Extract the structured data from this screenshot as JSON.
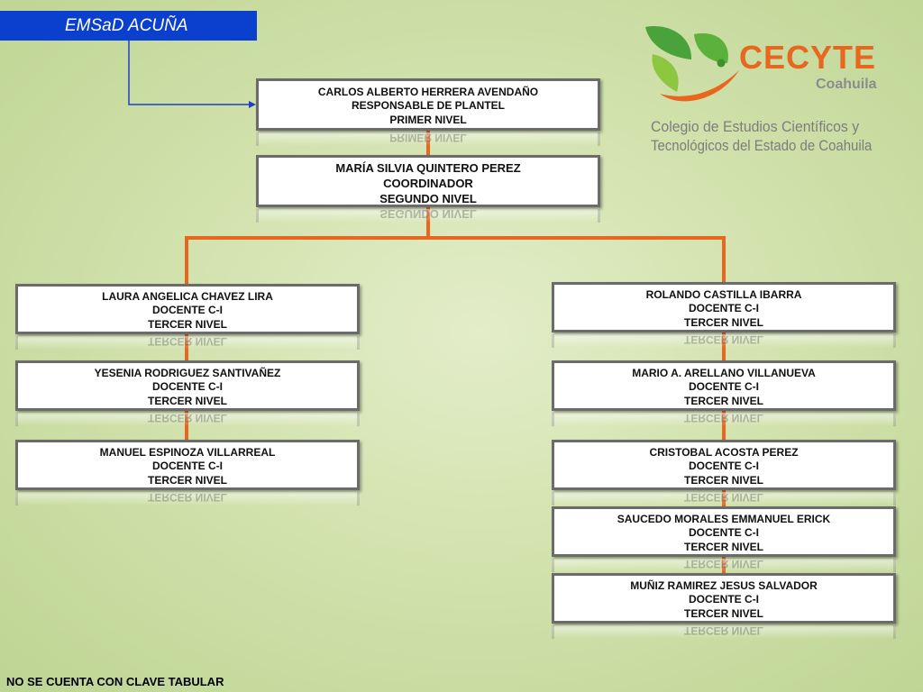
{
  "badge": {
    "label": "EMSaD ACUÑA"
  },
  "logo": {
    "brand": "CECYTE",
    "state": "Coahuila",
    "subtitle_line1": "Colegio de Estudios Científicos y",
    "subtitle_line2": "Tecnológicos del Estado de Coahuila"
  },
  "colors": {
    "badge_blue": "#0b3fce",
    "connector_orange": "#e8661e",
    "box_border": "#6b6b6b"
  },
  "nodes": {
    "root": {
      "name": "CARLOS ALBERTO HERRERA AVENDAÑO",
      "role": "RESPONSABLE DE PLANTEL",
      "level": "PRIMER NIVEL"
    },
    "coordinator": {
      "name": "MARÍA SILVIA QUINTERO PEREZ",
      "role": "COORDINADOR",
      "level": "SEGUNDO NIVEL"
    },
    "left": [
      {
        "name": "LAURA ANGELICA CHAVEZ LIRA",
        "role": "DOCENTE C-I",
        "level": "TERCER NIVEL"
      },
      {
        "name": "YESENIA RODRIGUEZ SANTIVAÑEZ",
        "role": "DOCENTE C-I",
        "level": "TERCER NIVEL"
      },
      {
        "name": "MANUEL ESPINOZA VILLARREAL",
        "role": "DOCENTE C-I",
        "level": "TERCER NIVEL"
      }
    ],
    "right": [
      {
        "name": "ROLANDO CASTILLA IBARRA",
        "role": "DOCENTE C-I",
        "level": "TERCER NIVEL"
      },
      {
        "name": "MARIO A. ARELLANO VILLANUEVA",
        "role": "DOCENTE C-I",
        "level": "TERCER NIVEL"
      },
      {
        "name": "CRISTOBAL ACOSTA PEREZ",
        "role": "DOCENTE C-I",
        "level": "TERCER NIVEL"
      },
      {
        "name": "SAUCEDO MORALES EMMANUEL ERICK",
        "role": "DOCENTE C-I",
        "level": "TERCER NIVEL"
      },
      {
        "name": "MUÑIZ RAMIREZ JESUS SALVADOR",
        "role": "DOCENTE C-I",
        "level": "TERCER NIVEL"
      }
    ]
  },
  "footer": {
    "note": "NO SE CUENTA CON CLAVE TABULAR"
  }
}
